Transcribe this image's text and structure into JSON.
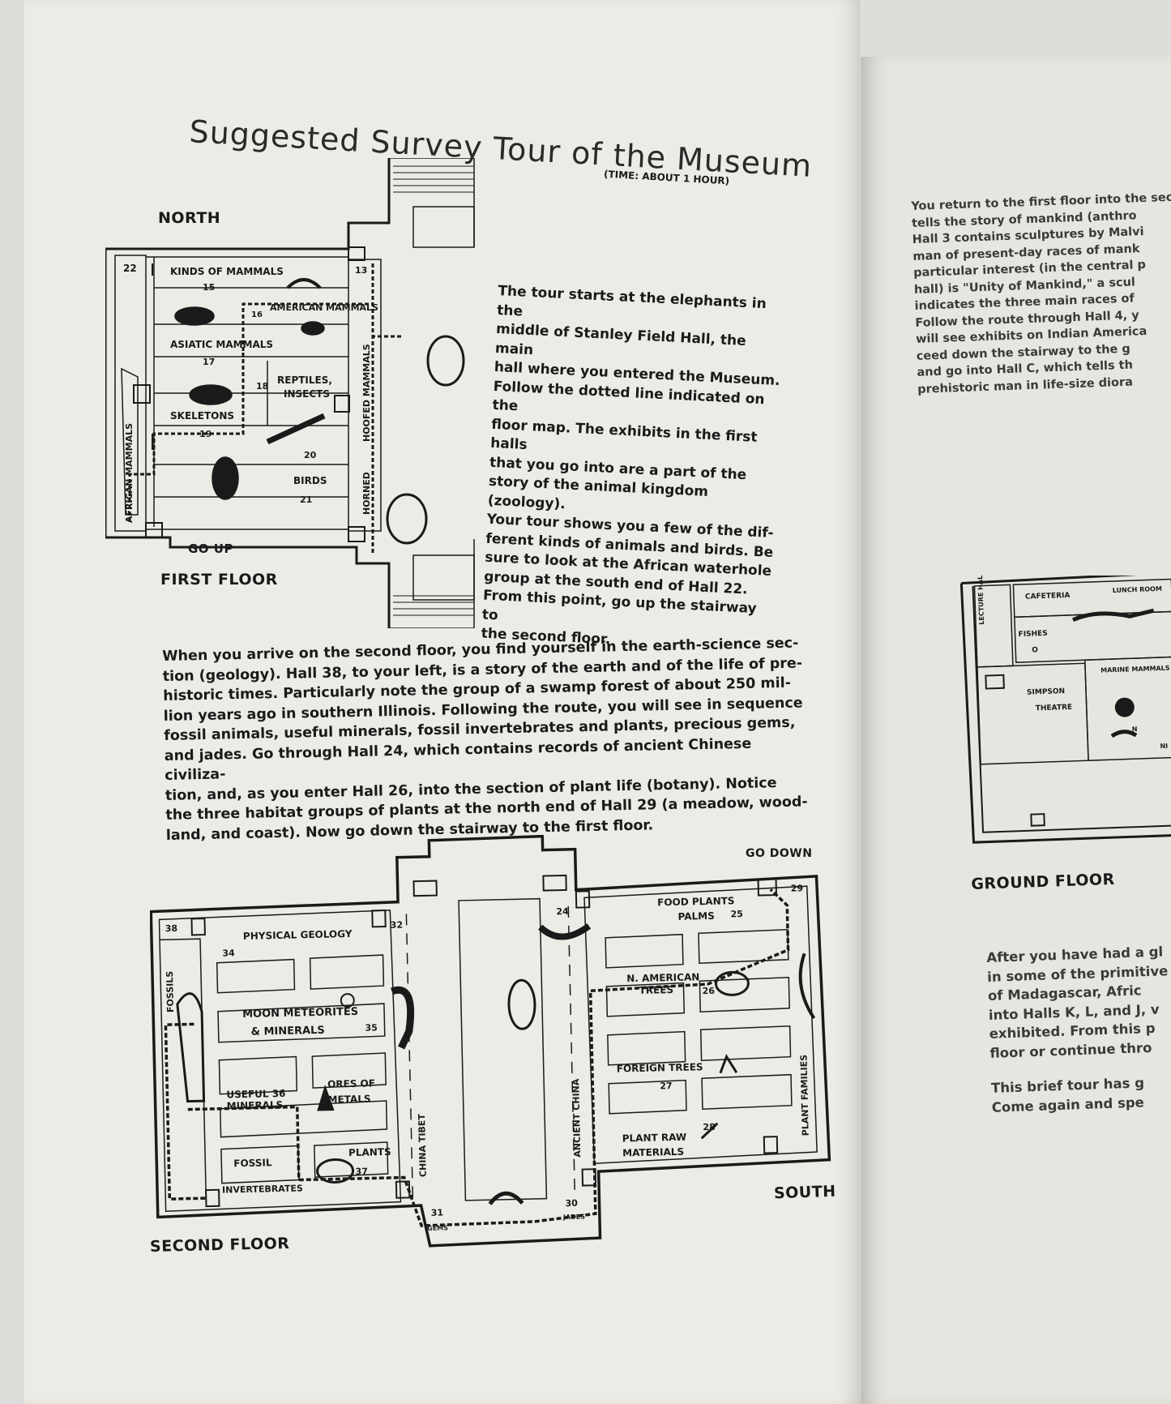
{
  "title": "Suggested Survey Tour of the Museum",
  "subtitle": "(TIME:   ABOUT 1 HOUR)",
  "first_floor": {
    "north_label": "NORTH",
    "floor_label": "FIRST FLOOR",
    "go_up": "GO UP",
    "halls": {
      "h22": "22",
      "african_mammals": "AFRICAN MAMMALS",
      "kinds_of_mammals": "KINDS  OF  MAMMALS",
      "h15": "15",
      "h16": "16",
      "american_mammals": "AMERICAN MAMMALS",
      "asiatic_mammals": "ASIATIC  MAMMALS",
      "h17": "17",
      "h18": "18",
      "reptiles": "REPTILES,",
      "insects": "INSECTS",
      "skeletons": "SKELETONS",
      "h19": "19",
      "h20": "20",
      "birds": "BIRDS",
      "h21": "21",
      "h13": "13",
      "hoofed_mammals": "HOOFED MAMMALS",
      "horned": "HORNED"
    },
    "description": [
      "The tour starts at the elephants in the",
      "middle of Stanley Field Hall, the main",
      "hall where you entered the Museum.",
      "Follow the dotted line indicated on the",
      "floor map. The exhibits in the first halls",
      "that you go into are a part of the",
      "story of the animal kingdom (zoology).",
      "Your tour shows you a few of the dif-",
      "ferent kinds of animals and birds. Be",
      "sure to look at the African waterhole",
      "group at the south end of Hall 22.",
      "From this point, go up the stairway to",
      "the second floor."
    ]
  },
  "second_floor_text": [
    "When you arrive on the second floor, you find yourself in the earth-science sec-",
    "tion (geology).  Hall 38, to your left, is a story of the earth and of the life of pre-",
    "historic times.  Particularly note the group of a swamp forest of about 250 mil-",
    "lion years ago in southern Illinois.  Following the route, you will see in sequence",
    "fossil animals, useful minerals, fossil invertebrates and plants, precious gems,",
    "and jades. Go through Hall 24, which contains records of ancient Chinese civiliza-",
    "tion, and, as you enter Hall 26, into the section of plant life (botany). Notice",
    "the three habitat groups of plants at the north end of Hall 29 (a meadow, wood-",
    "land, and coast). Now go down the stairway to the first floor."
  ],
  "second_floor": {
    "floor_label": "SECOND FLOOR",
    "go_down": "GO DOWN",
    "south_label": "SOUTH",
    "halls": {
      "h38": "38",
      "fossils": "FOSSILS",
      "physical_geology": "PHYSICAL  GEOLOGY",
      "h34": "34",
      "h32": "32",
      "moon_meteorites": "MOON  METEORITES",
      "minerals": "&  MINERALS",
      "h35": "35",
      "useful": "USEFUL  36",
      "minerals36": "MINERALS",
      "ores_of": "ORES  OF",
      "metals": "METALS",
      "fossil": "FOSSIL",
      "invertebrates": "INVERTEBRATES",
      "plants": "PLANTS",
      "h37": "37",
      "china_tibet": "CHINA  TIBET",
      "h31": "31",
      "gems": "GEMS",
      "h30": "30",
      "jades": "JADES",
      "ancient_china": "ANCIENT  CHINA",
      "h24": "24",
      "food_plants": "FOOD  PLANTS",
      "palms": "PALMS",
      "h25": "25",
      "h29": "29",
      "n_american": "N. AMERICAN",
      "trees": "TREES",
      "h26": "26",
      "foreign_trees": "FOREIGN  TREES",
      "h27": "27",
      "plant_raw": "PLANT  RAW",
      "materials": "MATERIALS",
      "h28": "28",
      "plant_families": "PLANT  FAMILIES"
    }
  },
  "right_page": {
    "text_top": [
      "You return to the first floor into the sec",
      "tells  the  story  of  mankind  (anthro",
      "Hall 3 contains sculptures by Malvi",
      "man of present-day races of mank",
      "particular interest (in the central p",
      "hall) is \"Unity of Mankind,\" a scul",
      "indicates  the  three  main  races  of",
      "Follow the route through Hall 4, y",
      "will see exhibits on Indian America",
      "ceed down the stairway to the g",
      "and go into Hall C, which tells th",
      "prehistoric man in life-size diora"
    ],
    "ground_floor": {
      "floor_label": "GROUND  FLOOR",
      "cafeteria": "CAFETERIA",
      "lunch_room": "LUNCH ROOM",
      "lecture_hall": "LECTURE HALL",
      "fishes": "FISHES",
      "hall_o": "O",
      "marine_mammals": "MARINE MAMMALS",
      "simpson": "SIMPSON",
      "theatre": "THEATRE",
      "hall_n": "N",
      "ni": "NI"
    },
    "text_bottom": [
      "After you have had a gl",
      "in some of the primitive",
      "of Madagascar, Afric",
      "into Halls K, L, and J, v",
      "exhibited. From this p",
      "floor or continue thro"
    ],
    "text_end": [
      "This brief tour has g",
      "Come again and spe"
    ]
  }
}
